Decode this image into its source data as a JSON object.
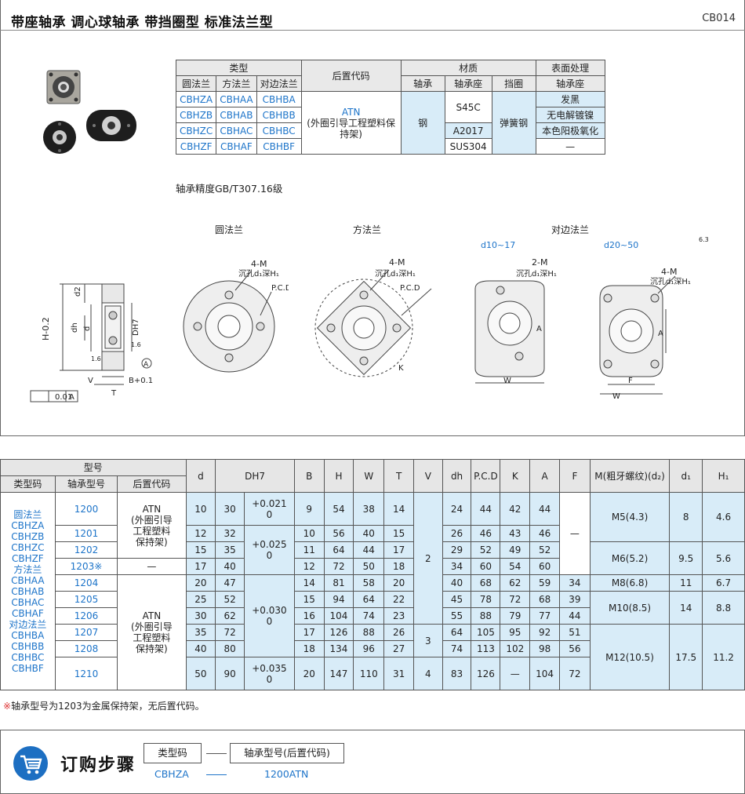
{
  "header": {
    "title": "带座轴承 调心球轴承 带挡圈型 标准法兰型",
    "code": "CB014"
  },
  "spec_table": {
    "h_type": "类型",
    "h_suffix": "后置代码",
    "h_material": "材质",
    "h_surface": "表面处理",
    "sub": [
      "圆法兰",
      "方法兰",
      "对边法兰",
      "轴承",
      "轴承座",
      "挡圈",
      "轴承座"
    ],
    "rows": [
      [
        "CBHZA",
        "CBHAA",
        "CBHBA"
      ],
      [
        "CBHZB",
        "CBHAB",
        "CBHBB"
      ],
      [
        "CBHZC",
        "CBHAC",
        "CBHBC"
      ],
      [
        "CBHZF",
        "CBHAF",
        "CBHBF"
      ]
    ],
    "suffix_code": "ATN",
    "suffix_desc": "(外圈引导工程塑料保持架)",
    "bearing": "钢",
    "housing": [
      "S45C",
      "A2017",
      "SUS304"
    ],
    "ring": "弹簧钢",
    "surface": [
      "发黑",
      "无电解镀镍",
      "本色阳极氧化",
      "—"
    ]
  },
  "precision": "轴承精度GB/T307.16级",
  "drawings": {
    "round": "圆法兰",
    "square": "方法兰",
    "opposite": "对边法兰",
    "range1": "d10~17",
    "range2": "d20~50",
    "m4": "4-M",
    "m2": "2-M",
    "counterbore": "沉孔d₁深H₁",
    "pcd": "P.C.D",
    "labels": {
      "d2": "d2",
      "dh": "dh",
      "h": "H",
      "dh7": "DH7",
      "v": "V",
      "b": "B",
      "t": "T",
      "a": "A",
      "w": "W",
      "k": "K",
      "f": "F",
      "tol": "0.01",
      "datum": "A",
      "rough1": "1.6",
      "rough2": "1.6",
      "rough3": "6.3"
    }
  },
  "dim_table": {
    "h_model": "型号",
    "h_typecode": "类型码",
    "h_bearing": "轴承型号",
    "h_suffix": "后置代码",
    "cols": [
      "d",
      "DH7",
      "B",
      "H",
      "W",
      "T",
      "V",
      "dh",
      "P.C.D",
      "K",
      "A",
      "F",
      "M(粗牙螺纹)(d₂)",
      "d₁",
      "H₁"
    ],
    "type_text": "圆法兰\nCBHZA\nCBHZB\nCBHZC\nCBHZF\n方法兰\nCBHAA\nCBHAB\nCBHAC\nCBHAF\n对边法兰\nCBHBA\nCBHBB\nCBHBC\nCBHBF",
    "suffix_a": "ATN\n(外圈引导\n工程塑料\n保持架)",
    "suffix_dash": "—",
    "rows": [
      {
        "bearing": "1200",
        "d": "10",
        "D": "30",
        "B": "9",
        "H": "54",
        "W": "38",
        "T": "14",
        "dh": "24",
        "pcd": "44",
        "K": "42",
        "A": "44"
      },
      {
        "bearing": "1201",
        "d": "12",
        "D": "32",
        "B": "10",
        "H": "56",
        "W": "40",
        "T": "15",
        "dh": "26",
        "pcd": "46",
        "K": "43",
        "A": "46"
      },
      {
        "bearing": "1202",
        "d": "15",
        "D": "35",
        "B": "11",
        "H": "64",
        "W": "44",
        "T": "17",
        "dh": "29",
        "pcd": "52",
        "K": "49",
        "A": "52"
      },
      {
        "bearing": "1203※",
        "d": "17",
        "D": "40",
        "B": "12",
        "H": "72",
        "W": "50",
        "T": "18",
        "dh": "34",
        "pcd": "60",
        "K": "54",
        "A": "60"
      },
      {
        "bearing": "1204",
        "d": "20",
        "D": "47",
        "B": "14",
        "H": "81",
        "W": "58",
        "T": "20",
        "dh": "40",
        "pcd": "68",
        "K": "62",
        "A": "59",
        "F": "34"
      },
      {
        "bearing": "1205",
        "d": "25",
        "D": "52",
        "B": "15",
        "H": "94",
        "W": "64",
        "T": "22",
        "dh": "45",
        "pcd": "78",
        "K": "72",
        "A": "68",
        "F": "39"
      },
      {
        "bearing": "1206",
        "d": "30",
        "D": "62",
        "B": "16",
        "H": "104",
        "W": "74",
        "T": "23",
        "dh": "55",
        "pcd": "88",
        "K": "79",
        "A": "77",
        "F": "44"
      },
      {
        "bearing": "1207",
        "d": "35",
        "D": "72",
        "B": "17",
        "H": "126",
        "W": "88",
        "T": "26",
        "dh": "64",
        "pcd": "105",
        "K": "95",
        "A": "92",
        "F": "51"
      },
      {
        "bearing": "1208",
        "d": "40",
        "D": "80",
        "B": "18",
        "H": "134",
        "W": "96",
        "T": "27",
        "dh": "74",
        "pcd": "113",
        "K": "102",
        "A": "98",
        "F": "56"
      },
      {
        "bearing": "1210",
        "d": "50",
        "D": "90",
        "B": "20",
        "H": "147",
        "W": "110",
        "T": "31",
        "dh": "83",
        "pcd": "126",
        "K": "—",
        "A": "104",
        "F": "72"
      }
    ],
    "tol": [
      "+0.021\n0",
      "+0.025\n0",
      "+0.030\n0",
      "+0.035\n0"
    ],
    "V": [
      "2",
      "3",
      "4"
    ],
    "F_dash": "—",
    "M": [
      "M5(4.3)",
      "M6(5.2)",
      "M8(6.8)",
      "M10(8.5)",
      "M12(10.5)"
    ],
    "d1": [
      "8",
      "9.5",
      "11",
      "14",
      "17.5"
    ],
    "H1": [
      "4.6",
      "5.6",
      "6.7",
      "8.8",
      "11.2"
    ]
  },
  "note": {
    "mark": "※",
    "text": "轴承型号为1203为金属保持架，无后置代码。"
  },
  "order": {
    "title": "订购步骤",
    "box1": "类型码",
    "box2": "轴承型号(后置代码)",
    "val1": "CBHZA",
    "val2": "1200ATN"
  }
}
